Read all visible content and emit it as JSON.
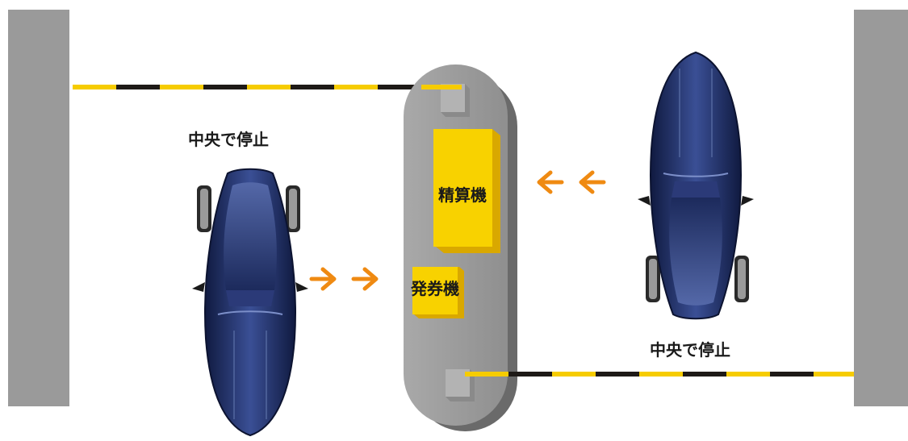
{
  "labels": {
    "stop_left": "中央で停止",
    "stop_right": "中央で停止"
  },
  "machines": {
    "payment": "精算機",
    "ticket": "発券機"
  },
  "colors": {
    "wall": "#9a9a9a",
    "island": "#9e9e9e",
    "machine_yellow": "#f8d200",
    "arrow_orange": "#ef8a12",
    "gate_yellow": "#f6cc00",
    "gate_black": "#1e1a17",
    "car_body": "#1f2f66"
  },
  "icons": {
    "arrows": "double-chevron-arrow",
    "cars": "top-view-car"
  }
}
